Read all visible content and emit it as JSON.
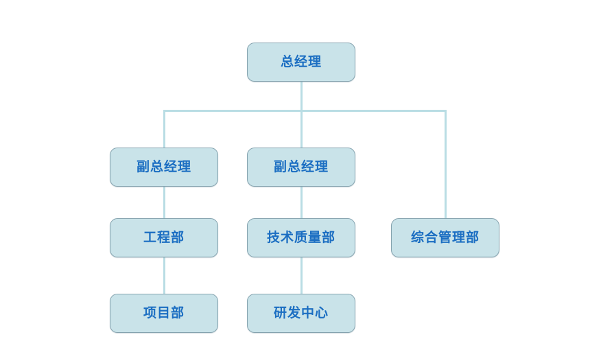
{
  "diagram": {
    "type": "org-chart",
    "colors": {
      "node_fill": "#c9e3e9",
      "node_border": "#84a2ae",
      "node_text": "#1b6ec2",
      "line_color": "#b9dde4",
      "canvas_bg": "#ffffff"
    },
    "nodes": {
      "general_manager": {
        "label": "总经理"
      },
      "deputy_gm_left": {
        "label": "副总经理"
      },
      "deputy_gm_mid": {
        "label": "副总经理"
      },
      "engineering_dept": {
        "label": "工程部"
      },
      "tech_quality_dept": {
        "label": "技术质量部"
      },
      "general_admin_dept": {
        "label": "综合管理部"
      },
      "project_dept": {
        "label": "项目部"
      },
      "rd_center": {
        "label": "研发中心"
      }
    },
    "edges": [
      {
        "from": "general_manager",
        "to": "deputy_gm_left"
      },
      {
        "from": "general_manager",
        "to": "deputy_gm_mid"
      },
      {
        "from": "general_manager",
        "to": "general_admin_dept"
      },
      {
        "from": "deputy_gm_left",
        "to": "engineering_dept"
      },
      {
        "from": "engineering_dept",
        "to": "project_dept"
      },
      {
        "from": "deputy_gm_mid",
        "to": "tech_quality_dept"
      },
      {
        "from": "tech_quality_dept",
        "to": "rd_center"
      }
    ]
  }
}
